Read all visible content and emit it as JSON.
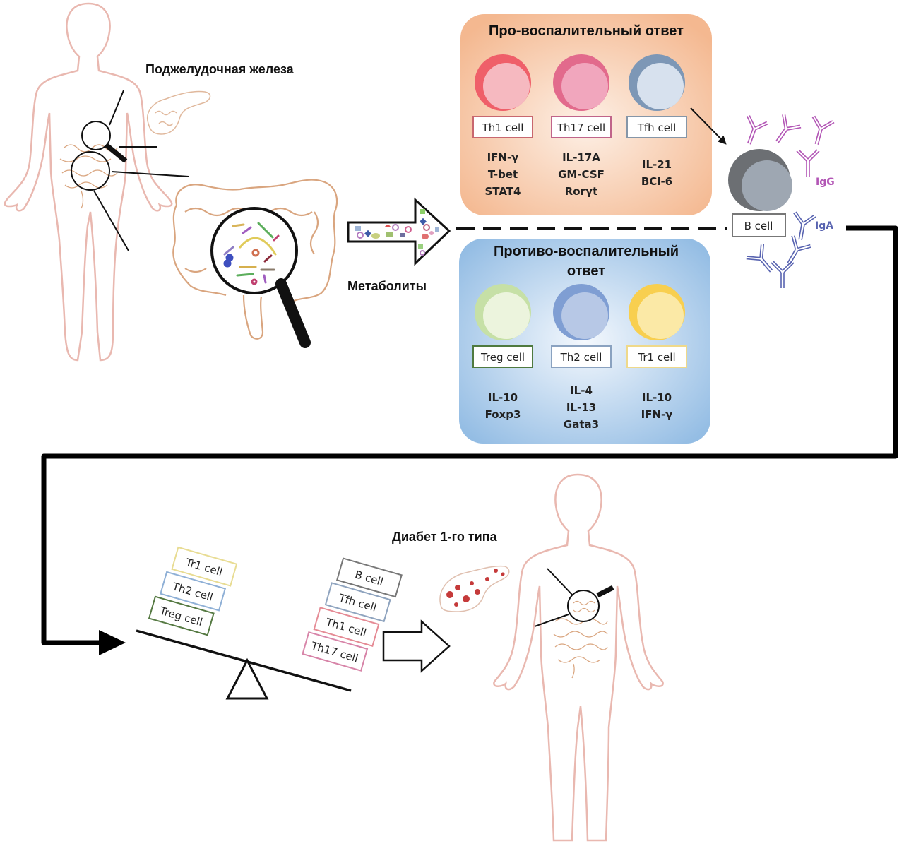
{
  "labels": {
    "pancreas": "Поджелудочная железа",
    "metabolites": "Метаболиты",
    "diabetes": "Диабет 1-го типа"
  },
  "pro_inflammatory": {
    "title": "Про-воспалительный ответ",
    "background": "#f7c4a0",
    "cells": [
      {
        "name": "Th1 cell",
        "outer": "#ef5f69",
        "inner": "#f6b9c0",
        "border": "#c8676f",
        "markers": [
          "IFN-γ",
          "T-bet",
          "STAT4"
        ]
      },
      {
        "name": "Th17 cell",
        "outer": "#e26a8c",
        "inner": "#f1a6bd",
        "border": "#c0648a",
        "markers": [
          "IL-17A",
          "GM-CSF",
          "Rorγt"
        ]
      },
      {
        "name": "Tfh cell",
        "outer": "#7d97b6",
        "inner": "#d7e1ee",
        "border": "#8596a8",
        "markers": [
          "IL-21",
          "BCl-6"
        ]
      }
    ]
  },
  "anti_inflammatory": {
    "title_line1": "Противо-воспалительный",
    "title_line2": "ответ",
    "background": "#a9c9e8",
    "cells": [
      {
        "name": "Treg cell",
        "outer": "#c6e0a6",
        "inner": "#ecf4dd",
        "border": "#4f7a3f",
        "markers": [
          "IL-10",
          "Foxp3"
        ]
      },
      {
        "name": "Th2 cell",
        "outer": "#7f9ed3",
        "inner": "#b7c8e6",
        "border": "#8aa2c0",
        "markers": [
          "IL-4",
          "IL-13",
          "Gata3"
        ]
      },
      {
        "name": "Tr1 cell",
        "outer": "#f8cf4f",
        "inner": "#fbe9a6",
        "border": "#efd98a",
        "markers": [
          "IL-10",
          "IFN-γ"
        ]
      }
    ]
  },
  "b_cell": {
    "name": "B cell",
    "igg_label": "IgG",
    "iga_label": "IgA",
    "igg_color": "#b255b5",
    "iga_color": "#5863b0"
  },
  "balance": {
    "left_stack": [
      {
        "name": "Tr1 cell",
        "border": "#e8dc93"
      },
      {
        "name": "Th2 cell",
        "border": "#8fb0d6"
      },
      {
        "name": "Treg cell",
        "border": "#567a43"
      }
    ],
    "right_stack": [
      {
        "name": "B cell",
        "border": "#777777"
      },
      {
        "name": "Tfh cell",
        "border": "#8fa4bf"
      },
      {
        "name": "Th1 cell",
        "border": "#e58b95"
      },
      {
        "name": "Th17 cell",
        "border": "#d784a8"
      }
    ]
  },
  "colors": {
    "body_outline": "#e9b8b0",
    "gut": "#d9a57f",
    "connector": "#000000"
  }
}
